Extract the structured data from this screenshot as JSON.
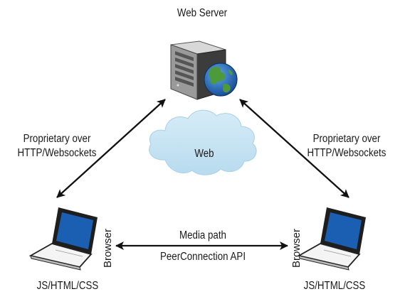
{
  "diagram": {
    "web_server_label": "Web Server",
    "web_label": "Web",
    "left_protocol": {
      "line1": "Proprietary over",
      "line2": "HTTP/Websockets"
    },
    "right_protocol": {
      "line1": "Proprietary over",
      "line2": "HTTP/Websockets"
    },
    "media": {
      "line1": "Media path",
      "line2": "PeerConnection API"
    },
    "left_client": {
      "side_label": "Browser",
      "stack_label": "JS/HTML/CSS"
    },
    "right_client": {
      "side_label": "Browser",
      "stack_label": "JS/HTML/CSS"
    },
    "colors": {
      "cloud": "#c7e3f1",
      "screen": "#1b5fb3",
      "arrow": "#111111"
    },
    "icons": [
      "server-icon",
      "globe-icon",
      "cloud-icon",
      "laptop-icon"
    ]
  }
}
